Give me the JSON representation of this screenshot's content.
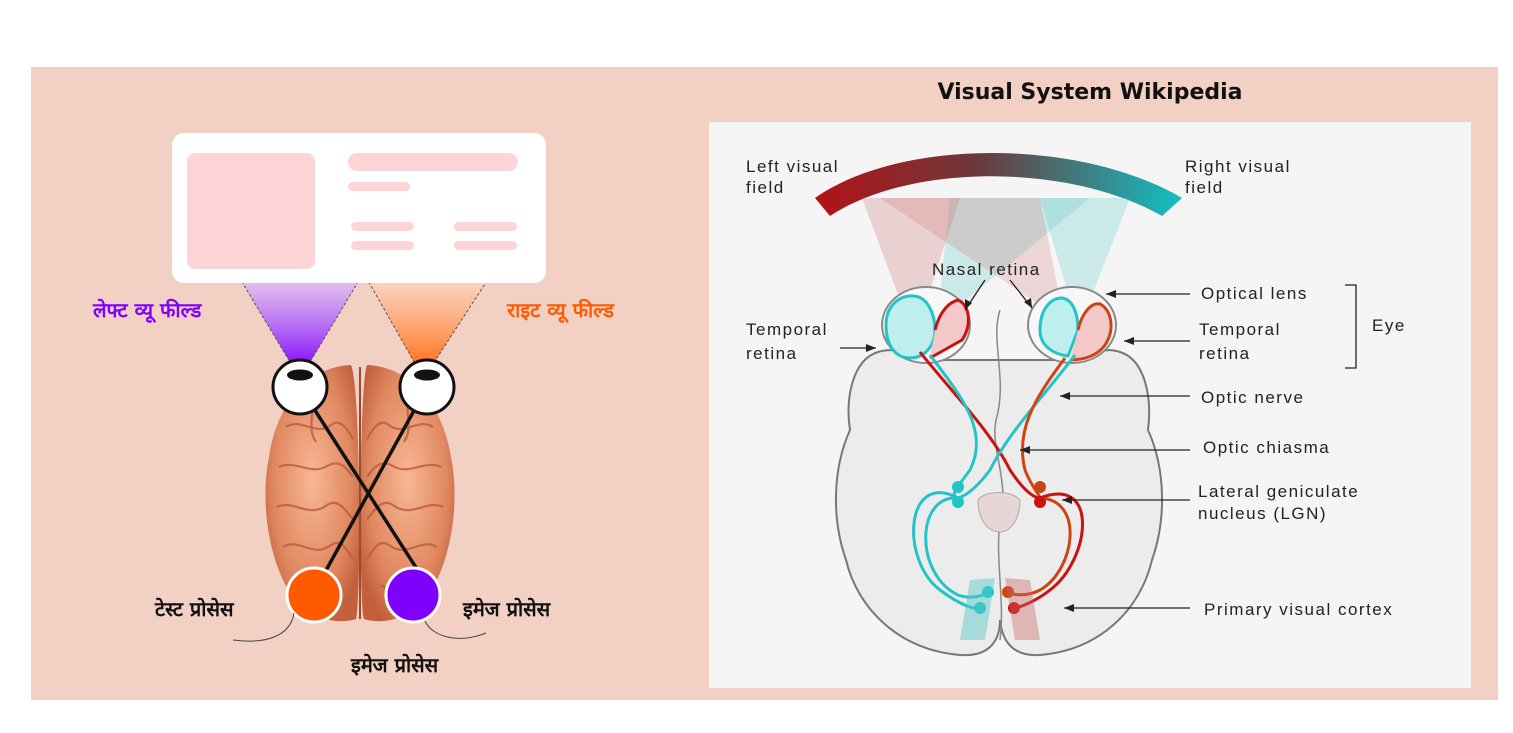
{
  "left": {
    "label_left_field": "लेफ्ट व्यू फील्ड",
    "label_right_field": "राइट व्यू फील्ड",
    "label_text_process": "टेस्ट प्रोसेस",
    "label_image_process_right": "इमेज प्रोसेस",
    "label_image_process_bottom": "इमेज प्रोसेस",
    "colors": {
      "left_field": "#7f00ff",
      "right_field": "#ff5a00",
      "panel": "#f2d0c4"
    }
  },
  "right": {
    "title": "Visual System Wikipedia",
    "labels": {
      "left_visual_field_1": "Left visual",
      "left_visual_field_2": "field",
      "right_visual_field_1": "Right visual",
      "right_visual_field_2": "field",
      "nasal_retina": "Nasal retina",
      "temporal_retina_left_1": "Temporal",
      "temporal_retina_left_2": "retina",
      "optical_lens": "Optical lens",
      "eye": "Eye",
      "temporal_retina_right_1": "Temporal",
      "temporal_retina_right_2": "retina",
      "optic_nerve": "Optic nerve",
      "optic_chiasma": "Optic chiasma",
      "lgn_1": "Lateral geniculate",
      "lgn_2": "nucleus (LGN)",
      "primary_visual_cortex": "Primary visual cortex"
    },
    "colors": {
      "left_pathway": "#cc1111",
      "right_pathway": "#22c4c8"
    }
  }
}
